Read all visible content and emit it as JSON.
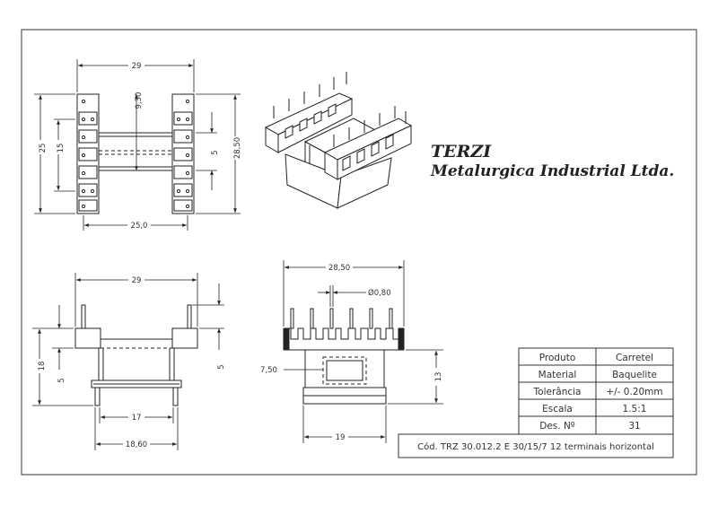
{
  "company": {
    "name": "TERZI",
    "subtitle": "Metalurgica Industrial Ltda."
  },
  "dimensions": {
    "top_width": "29",
    "top_height_25": "25",
    "top_height_15": "15",
    "top_9_30": "9,30",
    "top_28_50": "28,50",
    "top_5": "5",
    "top_25_0": "25,0",
    "front_29": "29",
    "front_18": "18",
    "front_5_left": "5",
    "front_5_right": "5",
    "front_17": "17",
    "front_18_60": "18,60",
    "side_28_50": "28,50",
    "side_diameter": "Ø0,80",
    "side_7_50": "7,50",
    "side_13": "13",
    "side_19": "19"
  },
  "title_block": {
    "rows": [
      {
        "label": "Produto",
        "value": "Carretel"
      },
      {
        "label": "Material",
        "value": "Baquelite"
      },
      {
        "label": "Tolerância",
        "value": "+/- 0.20mm"
      },
      {
        "label": "Escala",
        "value": "1.5:1"
      },
      {
        "label": "Des. Nº",
        "value": "31"
      }
    ],
    "code": "Cód. TRZ 30.012.2 E 30/15/7 12 terminais horizontal"
  }
}
